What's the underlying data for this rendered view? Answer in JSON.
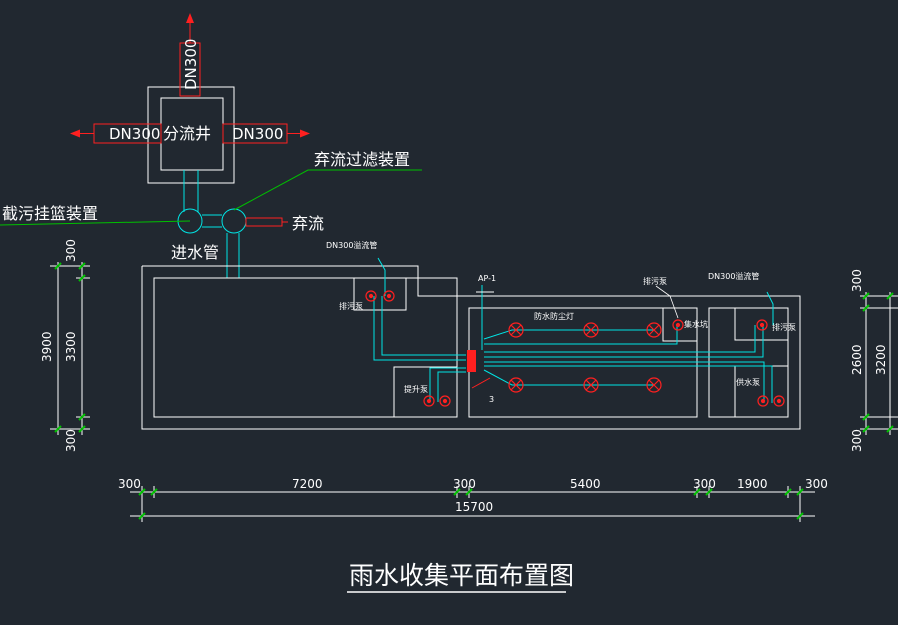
{
  "title": "雨水收集平面布置图",
  "labels": {
    "dn_top": "DN300",
    "dn_left": "DN300",
    "dn_right": "DN300",
    "split_well": "分流井",
    "discard_filter": "弃流过滤装置",
    "basket": "截污挂篮装置",
    "discard": "弃流",
    "inlet": "进水管",
    "overflow1": "DN300溢流管",
    "overflow2": "DN300溢流管",
    "sewage_pump1": "排污泵",
    "sewage_pump2": "排污泵",
    "sewage_pump3": "排污泵",
    "lift_pump": "提升泵",
    "supply_pump": "供水泵",
    "sump": "集水坑",
    "lamp": "防水防尘灯",
    "ap": "AP-1",
    "num3": "3"
  },
  "dims_bottom": [
    "300",
    "7200",
    "300",
    "5400",
    "300",
    "1900",
    "300"
  ],
  "dim_total": "15700",
  "dims_left": {
    "a": "300",
    "b": "3300",
    "c": "300",
    "total": "3900"
  },
  "dims_right": {
    "a": "300",
    "b": "2600",
    "c": "300",
    "total": "3200"
  },
  "colors": {
    "background": "#212830",
    "outline": "#ffffff",
    "pipe": "#00e5e5",
    "pump": "#ff2020",
    "leader": "#00c000",
    "text": "#ffffff"
  }
}
